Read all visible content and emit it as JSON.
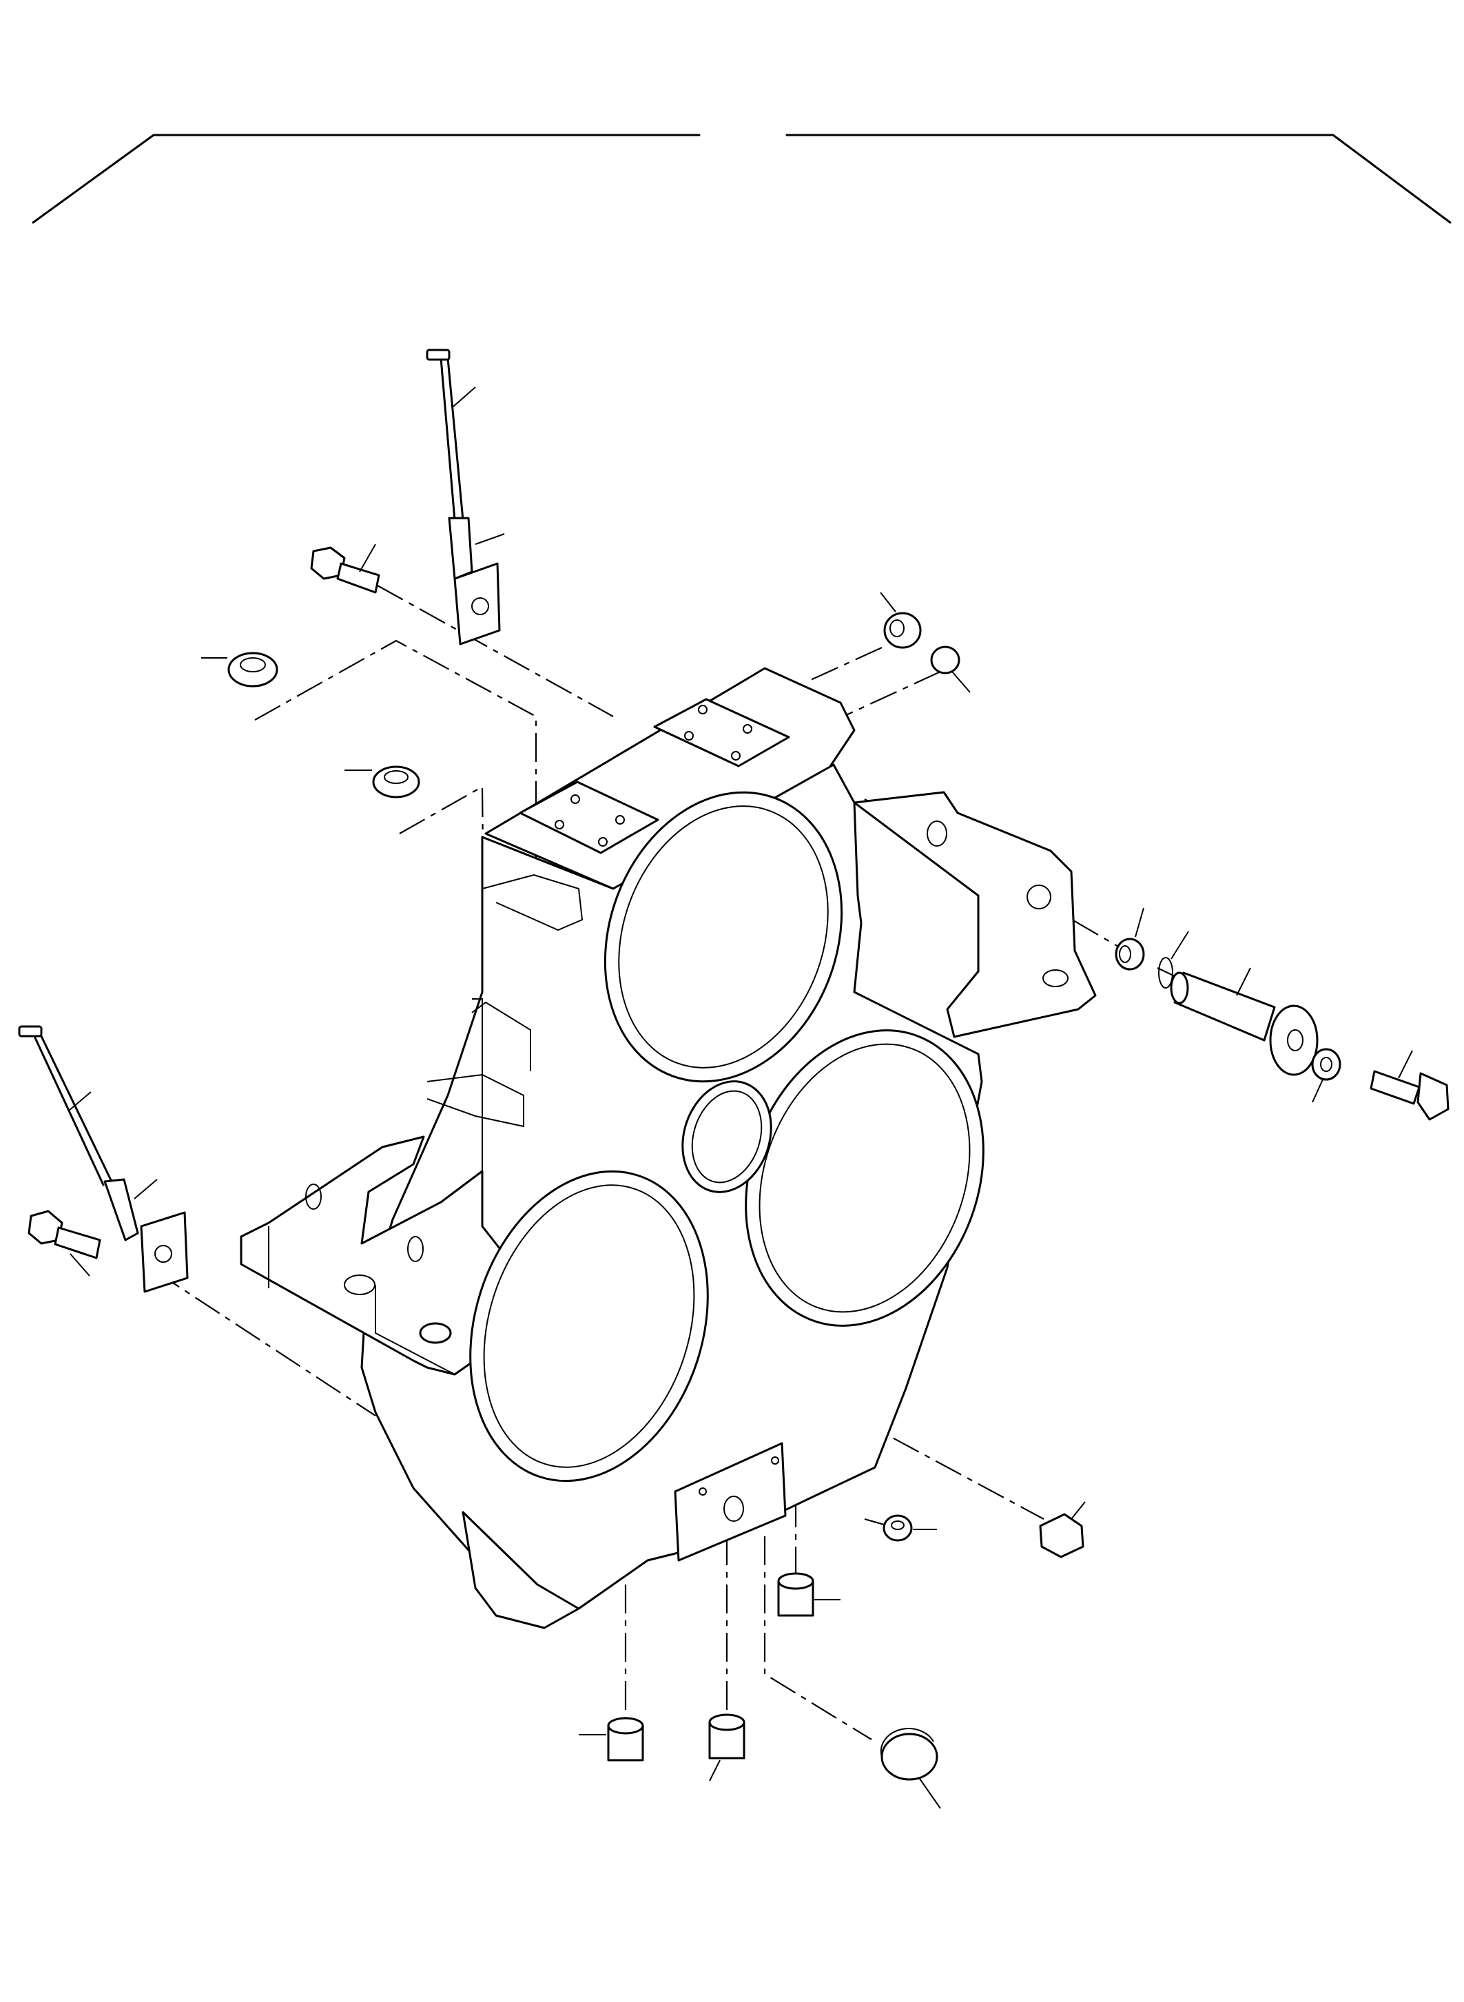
{
  "drawing": {
    "type": "exploded-parts-diagram",
    "subject": "gearbox housing",
    "callout_labels": [],
    "line_color": "#000000",
    "background_color": "#ffffff"
  },
  "parts": [
    {
      "name": "dipstick-upper"
    },
    {
      "name": "dipstick-tube-upper"
    },
    {
      "name": "bolt-upper-left"
    },
    {
      "name": "plug-left-upper"
    },
    {
      "name": "plug-left-middle"
    },
    {
      "name": "plug-top-1"
    },
    {
      "name": "plug-top-2"
    },
    {
      "name": "dipstick-lower"
    },
    {
      "name": "dipstick-tube-lower"
    },
    {
      "name": "bolt-lower-left"
    },
    {
      "name": "seal-right"
    },
    {
      "name": "o-ring-right"
    },
    {
      "name": "shaft-right"
    },
    {
      "name": "nut-right"
    },
    {
      "name": "bolt-right"
    },
    {
      "name": "plug-bottom-right"
    },
    {
      "name": "plug-bottom-middle"
    },
    {
      "name": "plug-bottom-1"
    },
    {
      "name": "plug-bottom-2"
    },
    {
      "name": "plug-bottom-3"
    },
    {
      "name": "cap-bottom"
    }
  ]
}
